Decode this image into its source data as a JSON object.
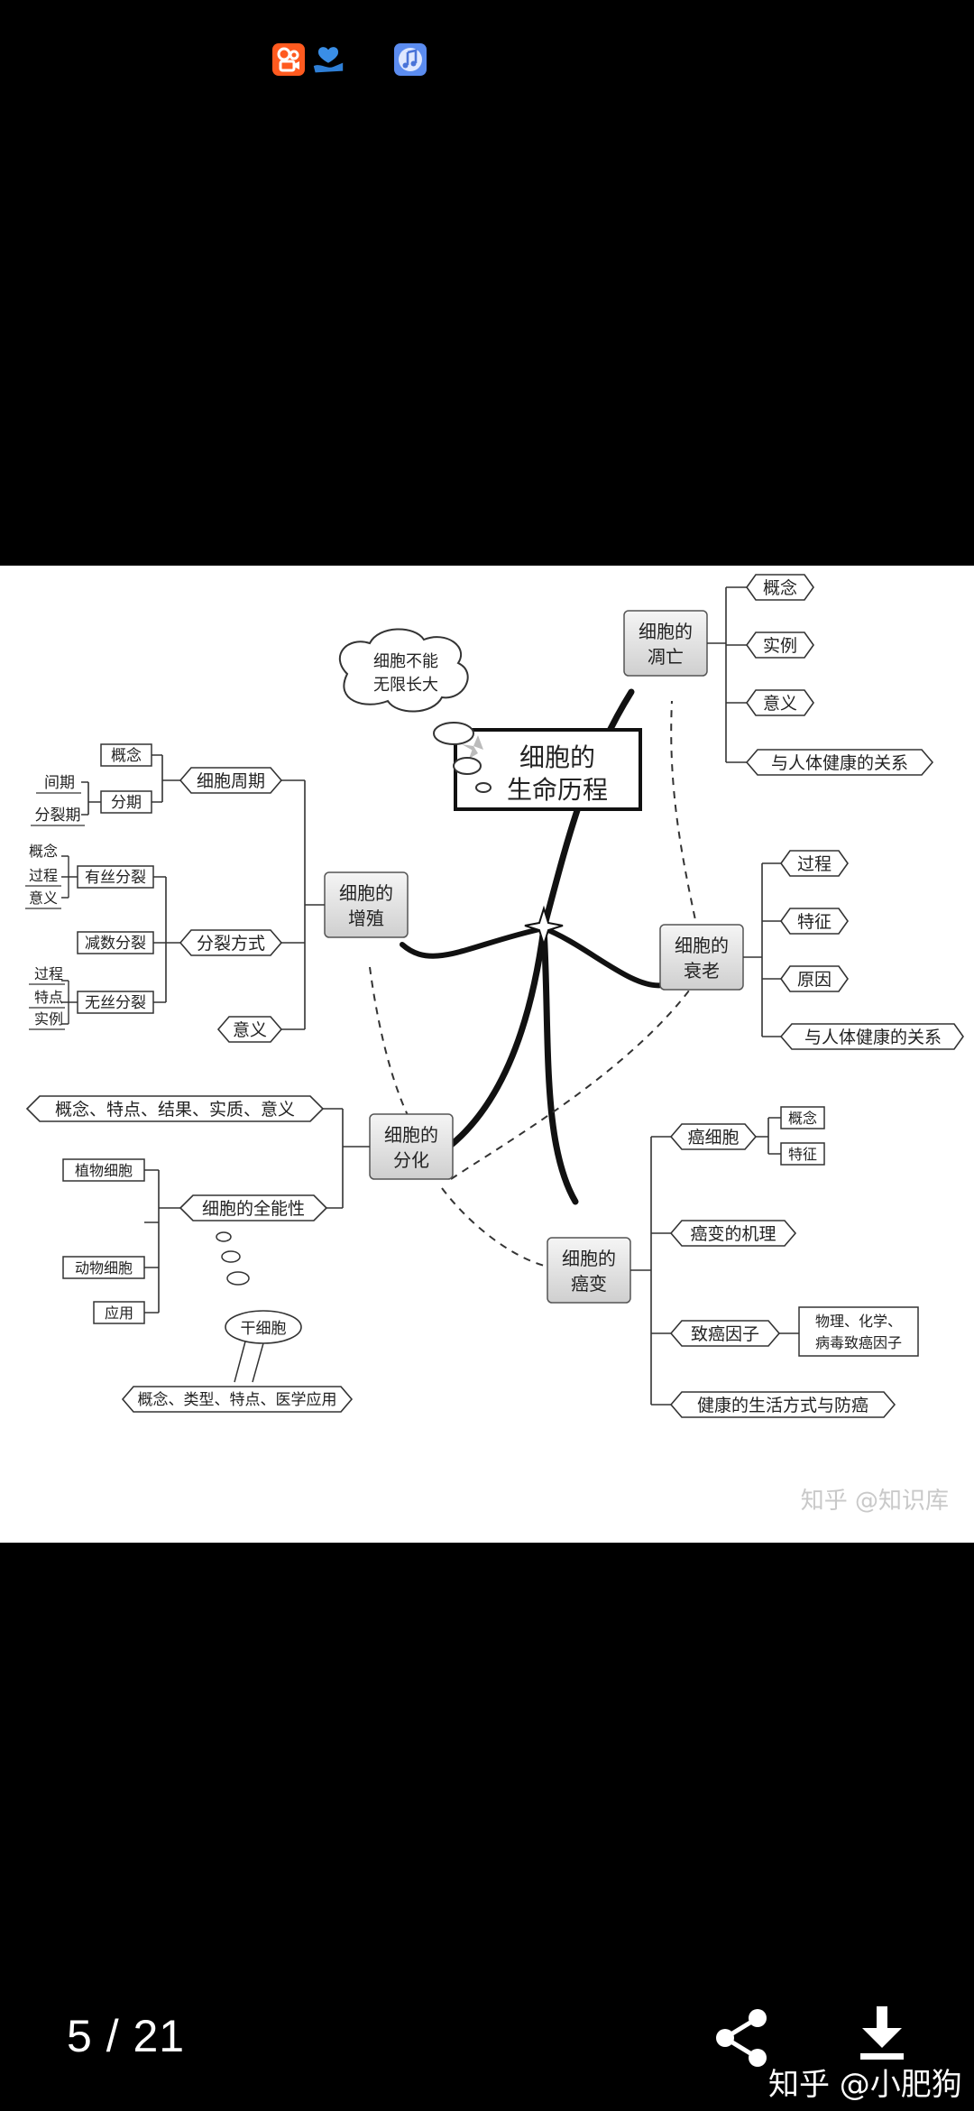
{
  "status_bar": {
    "icons": [
      "kuaishou-app-icon",
      "hand-heart-app-icon",
      "music-app-icon"
    ]
  },
  "image": {
    "center_title": [
      "细胞的",
      "生命历程"
    ],
    "thought_bubble": [
      "细胞不能",
      "无限长大"
    ],
    "watermark": "知乎 @知识库",
    "branches": {
      "apoptosis": {
        "label": [
          "细胞的",
          "凋亡"
        ],
        "items": [
          "概念",
          "实例",
          "意义",
          "与人体健康的关系"
        ]
      },
      "aging": {
        "label": [
          "细胞的",
          "衰老"
        ],
        "items": [
          "过程",
          "特征",
          "原因",
          "与人体健康的关系"
        ]
      },
      "proliferation": {
        "label": [
          "细胞的",
          "增殖"
        ],
        "cycle": "细胞周期",
        "cycle_items": [
          "概念",
          "分期"
        ],
        "phases": [
          "间期",
          "分裂期"
        ],
        "division": "分裂方式",
        "division_items": [
          "有丝分裂",
          "减数分裂",
          "无丝分裂"
        ],
        "mitosis_items": [
          "概念",
          "过程",
          "意义"
        ],
        "amitosis_items": [
          "过程",
          "特点",
          "实例"
        ],
        "meaning": "意义"
      },
      "differentiation": {
        "label": [
          "细胞的",
          "分化"
        ],
        "summary": "概念、特点、结果、实质、意义",
        "totipotency": "细胞的全能性",
        "totipotency_items": [
          "植物细胞",
          "动物细胞",
          "应用"
        ],
        "stem_cell": "干细胞",
        "stem_cell_detail": "概念、类型、特点、医学应用"
      },
      "cancer": {
        "label": [
          "细胞的",
          "癌变"
        ],
        "cancer_cell": "癌细胞",
        "cancer_cell_items": [
          "概念",
          "特征"
        ],
        "mechanism": "癌变的机理",
        "carcinogens": "致癌因子",
        "carcinogen_detail": [
          "物理、化学、",
          "病毒致癌因子"
        ],
        "lifestyle": "健康的生活方式与防癌"
      }
    }
  },
  "bottom_bar": {
    "page_counter": "5 / 21",
    "watermark": "知乎 @小肥狗"
  }
}
